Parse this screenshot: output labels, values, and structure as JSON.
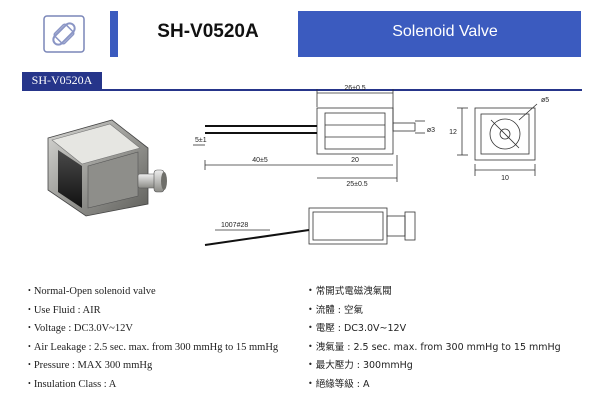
{
  "header": {
    "model": "SH-V0520A",
    "product": "Solenoid Valve",
    "brand_color": "#3b5bbf"
  },
  "section_tab": {
    "label": "SH-V0520A",
    "color": "#26358a"
  },
  "drawing": {
    "dims": {
      "overall_length": "26±0.5",
      "port_dia": "ø3",
      "height": "12",
      "lead": "5±1",
      "wire_length": "40±5",
      "body": "20",
      "total": "25±0.5",
      "face_port": "ø5",
      "width": "10",
      "wire": "1007#28"
    }
  },
  "specs_en": [
    "Normal-Open solenoid valve",
    "Use Fluid : AIR",
    "Voltage : DC3.0V~12V",
    "Air Leakage : 2.5 sec. max. from 300 mmHg to 15 mmHg",
    "Pressure : MAX 300 mmHg",
    "Insulation Class : A"
  ],
  "specs_zh": [
    "常開式電磁洩氣閥",
    "流體 : 空氣",
    "電壓 : DC3.0V~12V",
    "洩氣量 : 2.5 sec. max. from 300 mmHg to 15 mmHg",
    "最大壓力 : 300mmHg",
    "絕緣等級 : A"
  ]
}
